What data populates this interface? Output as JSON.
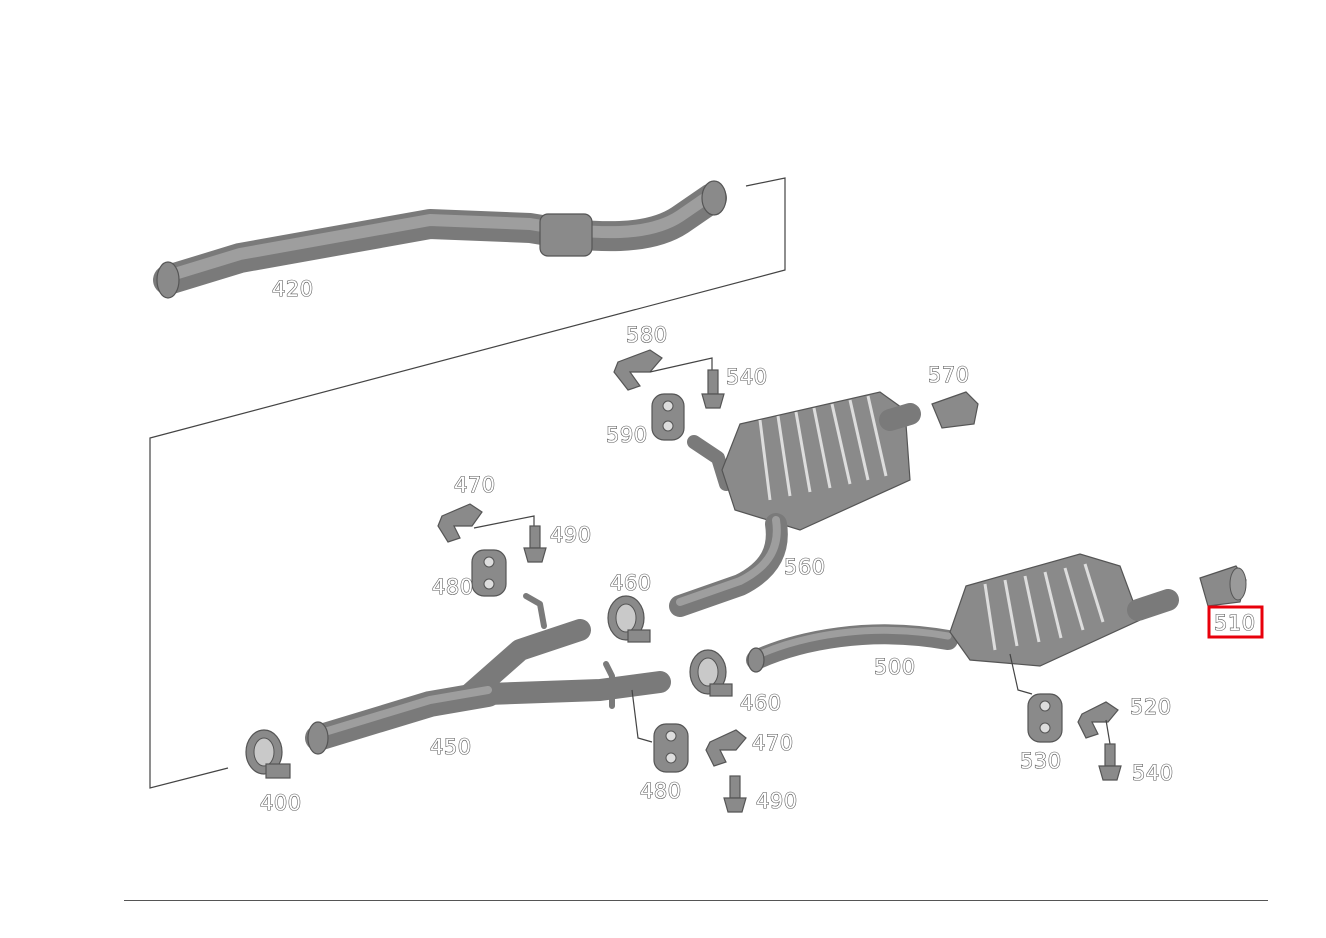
{
  "diagram": {
    "highlight_color": "#e8000b",
    "labels": {
      "p420": "420",
      "p580": "580",
      "p540a": "540",
      "p570": "570",
      "p590": "590",
      "p470a": "470",
      "p490a": "490",
      "p480a": "480",
      "p460a": "460",
      "p560": "560",
      "p510": "510",
      "p500": "500",
      "p460b": "460",
      "p520": "520",
      "p470b": "470",
      "p450": "450",
      "p530": "530",
      "p540b": "540",
      "p400": "400",
      "p480b": "480",
      "p490b": "490"
    }
  }
}
